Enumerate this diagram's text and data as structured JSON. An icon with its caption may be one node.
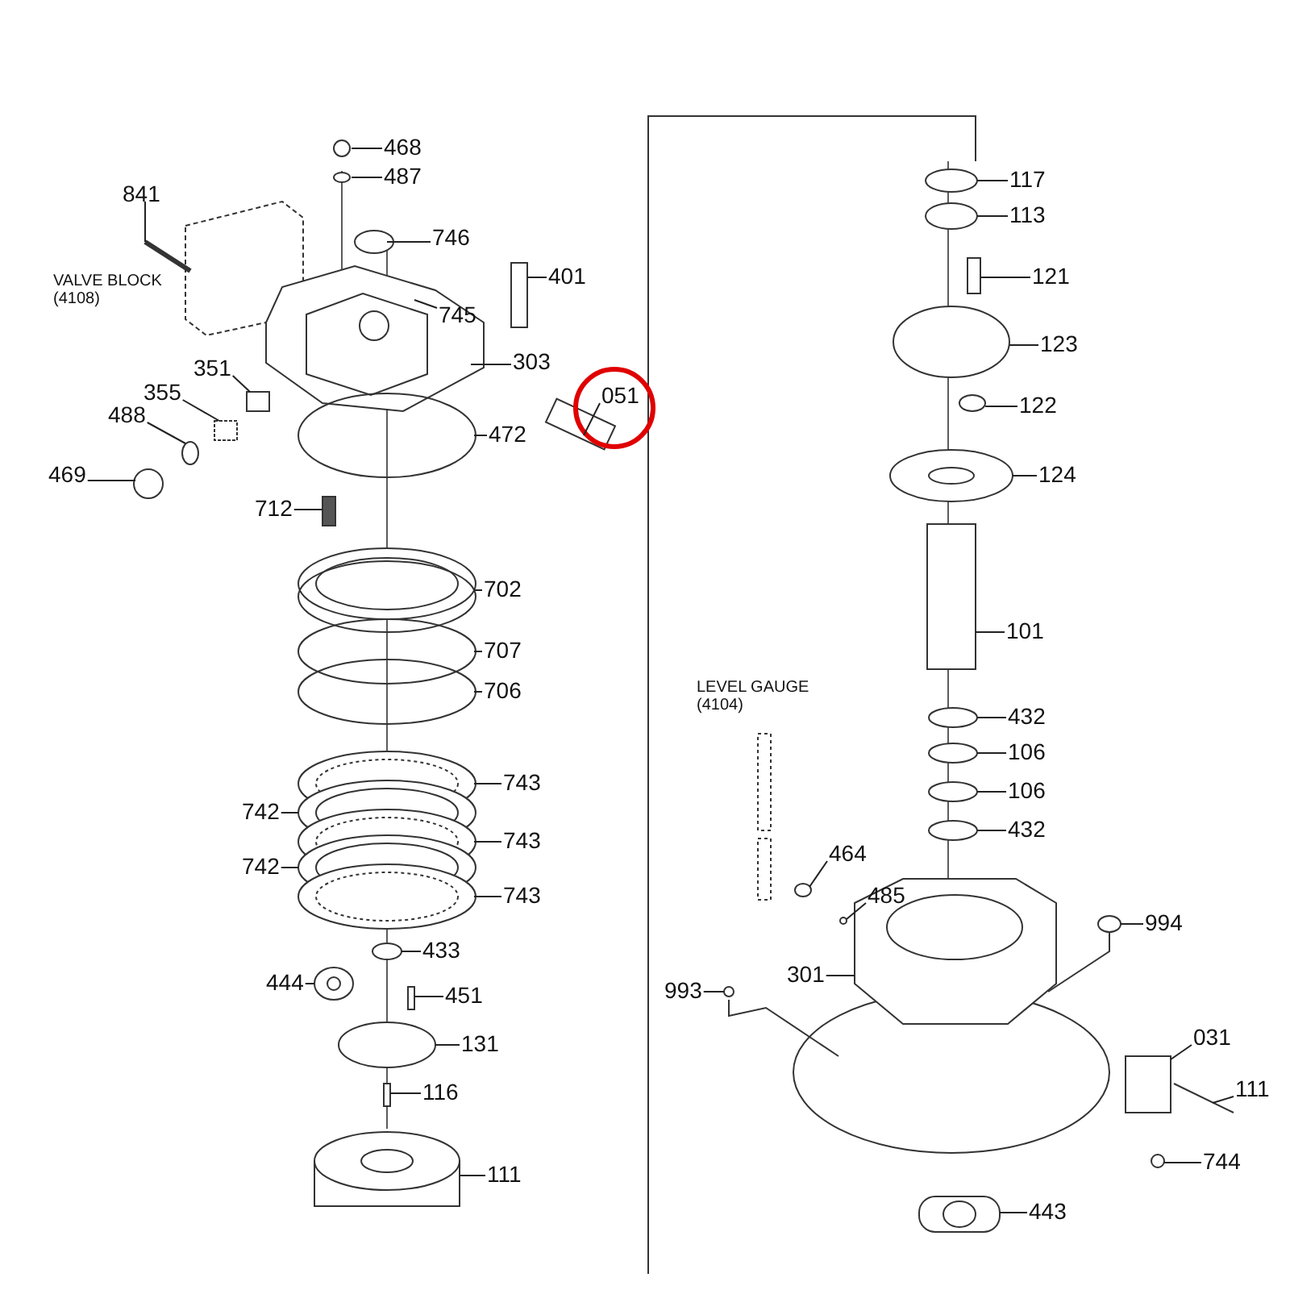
{
  "diagram": {
    "nodes": [
      {
        "text": [
          "468"
        ]
      },
      {
        "text": [
          "487"
        ]
      },
      {
        "text": [
          "746"
        ]
      },
      {
        "text": [
          "841"
        ]
      },
      {
        "text": [
          "745"
        ]
      },
      {
        "text": [
          "401"
        ]
      },
      {
        "text": [
          "303"
        ]
      },
      {
        "text": [
          "351"
        ]
      },
      {
        "text": [
          "355"
        ]
      },
      {
        "text": [
          "488"
        ]
      },
      {
        "text": [
          "469"
        ]
      },
      {
        "text": [
          "051"
        ]
      },
      {
        "text": [
          "472"
        ]
      },
      {
        "text": [
          "712"
        ]
      },
      {
        "text": [
          "702"
        ]
      },
      {
        "text": [
          "707"
        ]
      },
      {
        "text": [
          "706"
        ]
      },
      {
        "text": [
          "743"
        ]
      },
      {
        "text": [
          "742"
        ]
      },
      {
        "text": [
          "743"
        ]
      },
      {
        "text": [
          "742"
        ]
      },
      {
        "text": [
          "743"
        ]
      },
      {
        "text": [
          "433"
        ]
      },
      {
        "text": [
          "444"
        ]
      },
      {
        "text": [
          "451"
        ]
      },
      {
        "text": [
          "131"
        ]
      },
      {
        "text": [
          "116"
        ]
      },
      {
        "text": [
          "111"
        ]
      },
      {
        "text": [
          "117"
        ]
      },
      {
        "text": [
          "113"
        ]
      },
      {
        "text": [
          "121"
        ]
      },
      {
        "text": [
          "123"
        ]
      },
      {
        "text": [
          "122"
        ]
      },
      {
        "text": [
          "124"
        ]
      },
      {
        "text": [
          "101"
        ]
      },
      {
        "text": [
          "432"
        ]
      },
      {
        "text": [
          "106"
        ]
      },
      {
        "text": [
          "106"
        ]
      },
      {
        "text": [
          "432"
        ]
      },
      {
        "text": [
          "464"
        ]
      },
      {
        "text": [
          "485"
        ]
      },
      {
        "text": [
          "994"
        ]
      },
      {
        "text": [
          "301"
        ]
      },
      {
        "text": [
          "993"
        ]
      },
      {
        "text": [
          "031"
        ]
      },
      {
        "text": [
          "111"
        ]
      },
      {
        "text": [
          "744"
        ]
      },
      {
        "text": [
          "443"
        ]
      }
    ],
    "edges": [
      {
        "from": 0,
        "to": null,
        "arrow": "none"
      },
      {
        "from": 1,
        "to": null,
        "arrow": "none"
      },
      {
        "from": 2,
        "to": null,
        "arrow": "none"
      },
      {
        "from": 3,
        "to": null,
        "arrow": "none"
      },
      {
        "from": 4,
        "to": null,
        "arrow": "none"
      },
      {
        "from": 5,
        "to": null,
        "arrow": "none"
      },
      {
        "from": 6,
        "to": null,
        "arrow": "none"
      },
      {
        "from": 7,
        "to": null,
        "arrow": "none"
      },
      {
        "from": 8,
        "to": null,
        "arrow": "none"
      },
      {
        "from": 9,
        "to": null,
        "arrow": "none"
      },
      {
        "from": 10,
        "to": null,
        "arrow": "none"
      },
      {
        "from": 11,
        "to": null,
        "arrow": "none"
      },
      {
        "from": 12,
        "to": null,
        "arrow": "none"
      },
      {
        "from": 13,
        "to": null,
        "arrow": "none"
      },
      {
        "from": 14,
        "to": null,
        "arrow": "none"
      },
      {
        "from": 15,
        "to": null,
        "arrow": "none"
      },
      {
        "from": 16,
        "to": null,
        "arrow": "none"
      },
      {
        "from": 17,
        "to": null,
        "arrow": "none"
      },
      {
        "from": 18,
        "to": null,
        "arrow": "none"
      },
      {
        "from": 19,
        "to": null,
        "arrow": "none"
      },
      {
        "from": 20,
        "to": null,
        "arrow": "none"
      },
      {
        "from": 21,
        "to": null,
        "arrow": "none"
      },
      {
        "from": 22,
        "to": null,
        "arrow": "none"
      },
      {
        "from": 23,
        "to": null,
        "arrow": "none"
      },
      {
        "from": 24,
        "to": null,
        "arrow": "none"
      },
      {
        "from": 25,
        "to": null,
        "arrow": "none"
      },
      {
        "from": 26,
        "to": null,
        "arrow": "none"
      },
      {
        "from": 27,
        "to": null,
        "arrow": "none"
      },
      {
        "from": 28,
        "to": null,
        "arrow": "none"
      },
      {
        "from": 29,
        "to": null,
        "arrow": "none"
      },
      {
        "from": 30,
        "to": null,
        "arrow": "none"
      },
      {
        "from": 31,
        "to": null,
        "arrow": "none"
      },
      {
        "from": 32,
        "to": null,
        "arrow": "none"
      },
      {
        "from": 33,
        "to": null,
        "arrow": "none"
      },
      {
        "from": 34,
        "to": null,
        "arrow": "none"
      },
      {
        "from": 35,
        "to": null,
        "arrow": "none"
      },
      {
        "from": 36,
        "to": null,
        "arrow": "none"
      },
      {
        "from": 37,
        "to": null,
        "arrow": "none"
      },
      {
        "from": 38,
        "to": null,
        "arrow": "none"
      },
      {
        "from": 39,
        "to": null,
        "arrow": "none"
      },
      {
        "from": 40,
        "to": null,
        "arrow": "none"
      },
      {
        "from": 41,
        "to": null,
        "arrow": "none"
      },
      {
        "from": 42,
        "to": null,
        "arrow": "none"
      },
      {
        "from": 43,
        "to": null,
        "arrow": "none"
      },
      {
        "from": 44,
        "to": null,
        "arrow": "none"
      },
      {
        "from": 45,
        "to": null,
        "arrow": "none"
      },
      {
        "from": 46,
        "to": null,
        "arrow": "none"
      },
      {
        "from": 47,
        "to": null,
        "arrow": "none"
      }
    ],
    "labels": [
      "VALVE BLOCK (4108)",
      "LEVEL GAUGE (4104)"
    ]
  }
}
